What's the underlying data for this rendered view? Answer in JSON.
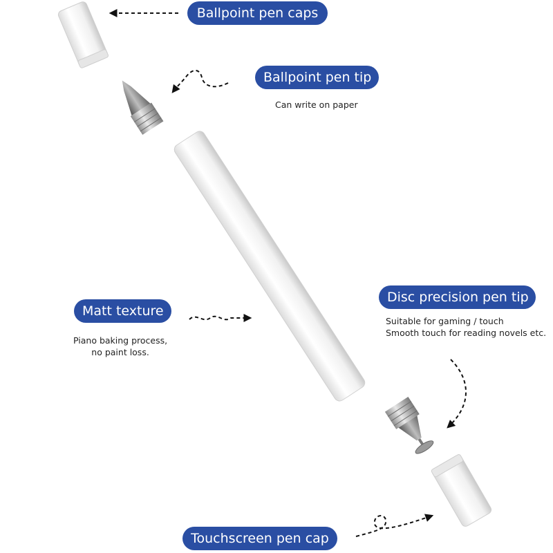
{
  "labels": {
    "ballpoint_caps": "Ballpoint pen caps",
    "ballpoint_tip": "Ballpoint pen tip",
    "matt_texture": "Matt texture",
    "disc_tip": "Disc precision pen tip",
    "touchscreen_cap": "Touchscreen pen cap"
  },
  "notes": {
    "ballpoint_tip": "Can write on paper",
    "matt_texture": [
      "Piano baking process,",
      "no paint loss."
    ],
    "disc_tip": [
      "Suitable for gaming / touch",
      "Smooth touch for reading novels etc."
    ]
  },
  "colors": {
    "label_background": "#2a4ea3",
    "label_text": "#ffffff",
    "pen_body": "#f4f4f4",
    "metal": "#b9b9b9",
    "arrow": "#111111"
  }
}
